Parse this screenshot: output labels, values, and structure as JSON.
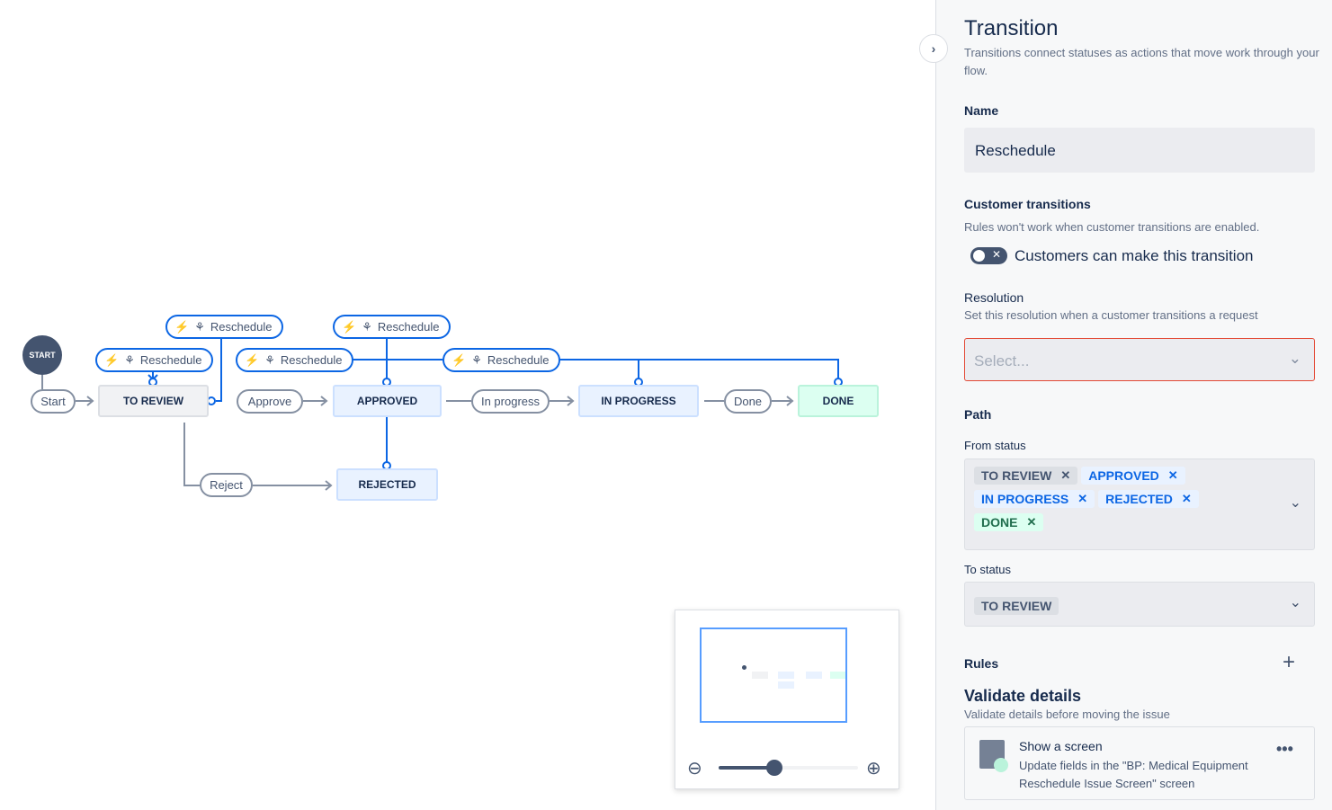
{
  "diagram": {
    "start_node": "START",
    "transitions": {
      "start": "Start",
      "approve": "Approve",
      "in_progress": "In progress",
      "done": "Done",
      "reject": "Reject"
    },
    "statuses": {
      "to_review": "TO REVIEW",
      "approved": "APPROVED",
      "in_progress": "IN PROGRESS",
      "done": "DONE",
      "rejected": "REJECTED"
    },
    "reschedule_pills": [
      "Reschedule",
      "Reschedule",
      "Reschedule",
      "Reschedule",
      "Reschedule"
    ],
    "colors": {
      "selected": "#0c66e4",
      "line": "#8590a2"
    }
  },
  "minimap": {
    "zoom_level": 0.4
  },
  "panel": {
    "title": "Transition",
    "description": "Transitions connect statuses as actions that move work through your flow.",
    "name_label": "Name",
    "name_value": "Reschedule",
    "customer_title": "Customer transitions",
    "customer_desc": "Rules won't work when customer transitions are enabled.",
    "customer_toggle": "Customers can make this transition",
    "customer_toggle_on": false,
    "resolution_label": "Resolution",
    "resolution_desc": "Set this resolution when a customer transitions a request",
    "resolution_placeholder": "Select...",
    "path_title": "Path",
    "from_label": "From status",
    "from_tags": [
      {
        "label": "TO REVIEW"
      },
      {
        "label": "APPROVED"
      },
      {
        "label": "IN PROGRESS"
      },
      {
        "label": "REJECTED"
      },
      {
        "label": "DONE"
      }
    ],
    "to_label": "To status",
    "to_value": "TO REVIEW",
    "rules_title": "Rules",
    "validate_title": "Validate details",
    "validate_desc": "Validate details before moving the issue",
    "rule_title": "Show a screen",
    "rule_desc": "Update fields in the \"BP: Medical Equipment Reschedule Issue Screen\" screen"
  }
}
